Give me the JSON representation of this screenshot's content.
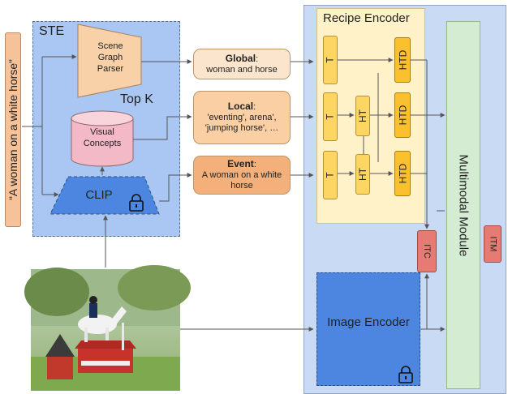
{
  "caption": "“A woman on a white horse”",
  "ste": {
    "title": "STE",
    "topk": "Top K",
    "scene_graph_parser": "Scene Graph Parser",
    "visual_concepts": "Visual Concepts",
    "clip": "CLIP"
  },
  "concepts": {
    "global": {
      "label": "Global",
      "text": "woman and horse"
    },
    "local": {
      "label": "Local",
      "text": "'eventing', arena', 'jumping horse', …"
    },
    "event": {
      "label": "Event",
      "text": "A woman on a white horse"
    }
  },
  "recipe_encoder": {
    "title": "Recipe Encoder",
    "t": "T",
    "ht": "HT",
    "htd": "HTD"
  },
  "itc": "ITC",
  "itm": "ITM",
  "multimodal": "Multimodal Module",
  "image_encoder": "Image Encoder",
  "colors": {
    "ste_bg": "#a9c7f2",
    "clip": "#4d86e0",
    "recipe_bg": "#fff2c8",
    "htd": "#fbc02d",
    "t": "#fdd562",
    "itc": "#e57b73",
    "multimodal": "#d3ecd2",
    "panel": "#c9daf4"
  },
  "icons": [
    "lock-icon",
    "horse-photo"
  ]
}
